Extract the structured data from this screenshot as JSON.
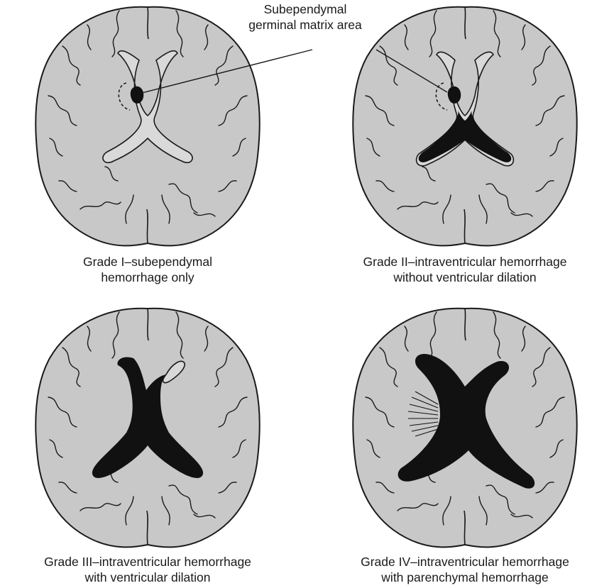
{
  "annotation": {
    "line1": "Subependymal",
    "line2": "germinal matrix area"
  },
  "panels": [
    {
      "grade_caption_line1": "Grade I–subependymal",
      "grade_caption_line2": "hemorrhage only"
    },
    {
      "grade_caption_line1": "Grade II–intraventricular hemorrhage",
      "grade_caption_line2": "without ventricular dilation"
    },
    {
      "grade_caption_line1": "Grade III–intraventricular hemorrhage",
      "grade_caption_line2": "with ventricular dilation"
    },
    {
      "grade_caption_line1": "Grade IV–intraventricular hemorrhage",
      "grade_caption_line2": "with parenchymal hemorrhage"
    }
  ],
  "colors": {
    "brain_fill": "#c8c8c8",
    "outline": "#1a1a1a",
    "hemorrhage": "#111111",
    "ventricle_empty": "#d9d9d9"
  }
}
